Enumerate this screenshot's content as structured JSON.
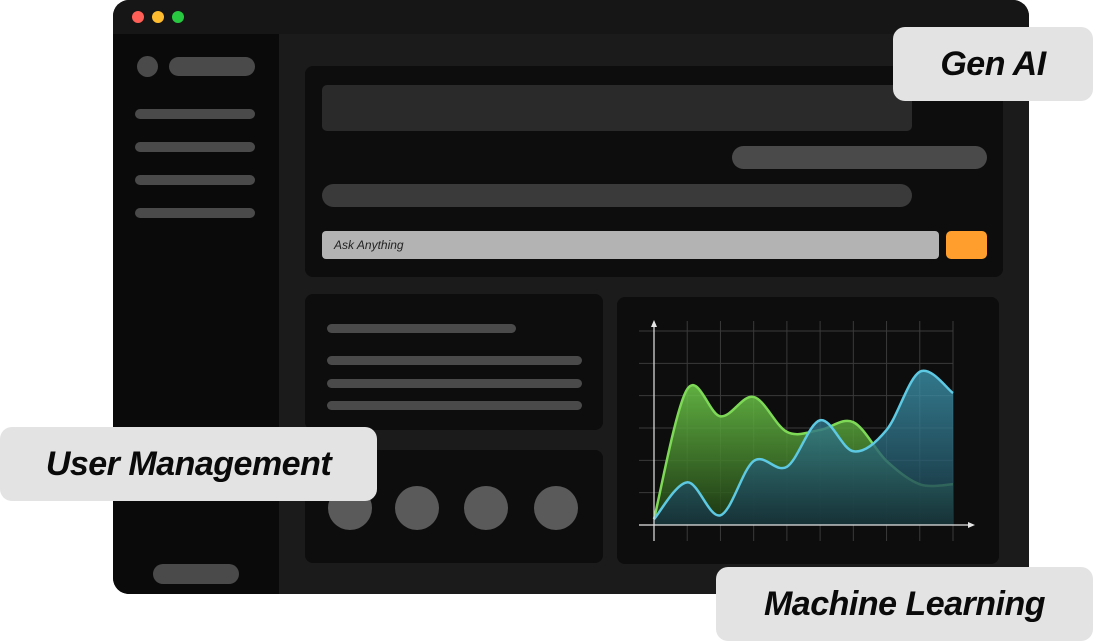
{
  "chat": {
    "input_placeholder": "Ask Anything"
  },
  "callouts": {
    "gen_ai": "Gen AI",
    "user_management": "User Management",
    "machine_learning": "Machine Learning"
  },
  "colors": {
    "accent_send": "#ff9e2c",
    "series_green": "#7ed957",
    "series_blue": "#5ec9e3"
  },
  "chart_data": {
    "type": "area",
    "title": "",
    "xlabel": "",
    "ylabel": "",
    "grid": true,
    "x": [
      0,
      1,
      2,
      3,
      4,
      5,
      6,
      7,
      8,
      9
    ],
    "xlim": [
      0,
      9
    ],
    "ylim": [
      0,
      10
    ],
    "series": [
      {
        "color": "#7ed957",
        "values": [
          0.3,
          7.0,
          5.6,
          6.6,
          4.8,
          4.9,
          5.3,
          3.3,
          2.1,
          2.1
        ]
      },
      {
        "color": "#5ec9e3",
        "values": [
          0.3,
          2.2,
          0.5,
          3.3,
          3.0,
          5.4,
          3.8,
          4.9,
          7.9,
          6.8
        ]
      }
    ]
  }
}
